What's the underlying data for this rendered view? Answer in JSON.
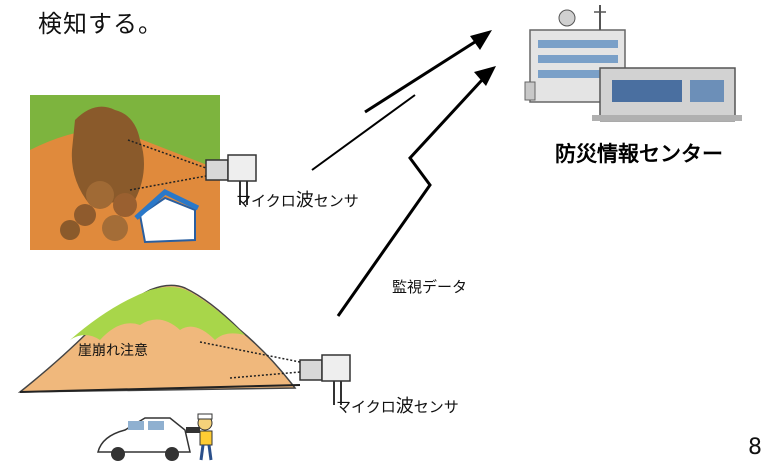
{
  "heading": "検知する。",
  "center_label": "防災情報センター",
  "sensor_label_top": "マイクロ",
  "sensor_label_top_big": "波",
  "sensor_label_top_tail": "センサ",
  "sensor_label_bottom": "マイクロ",
  "sensor_label_bottom_big": "波",
  "sensor_label_bottom_tail": "センサ",
  "data_label": "監視データ",
  "warn_label": "崖崩れ注意",
  "page_number": "8"
}
